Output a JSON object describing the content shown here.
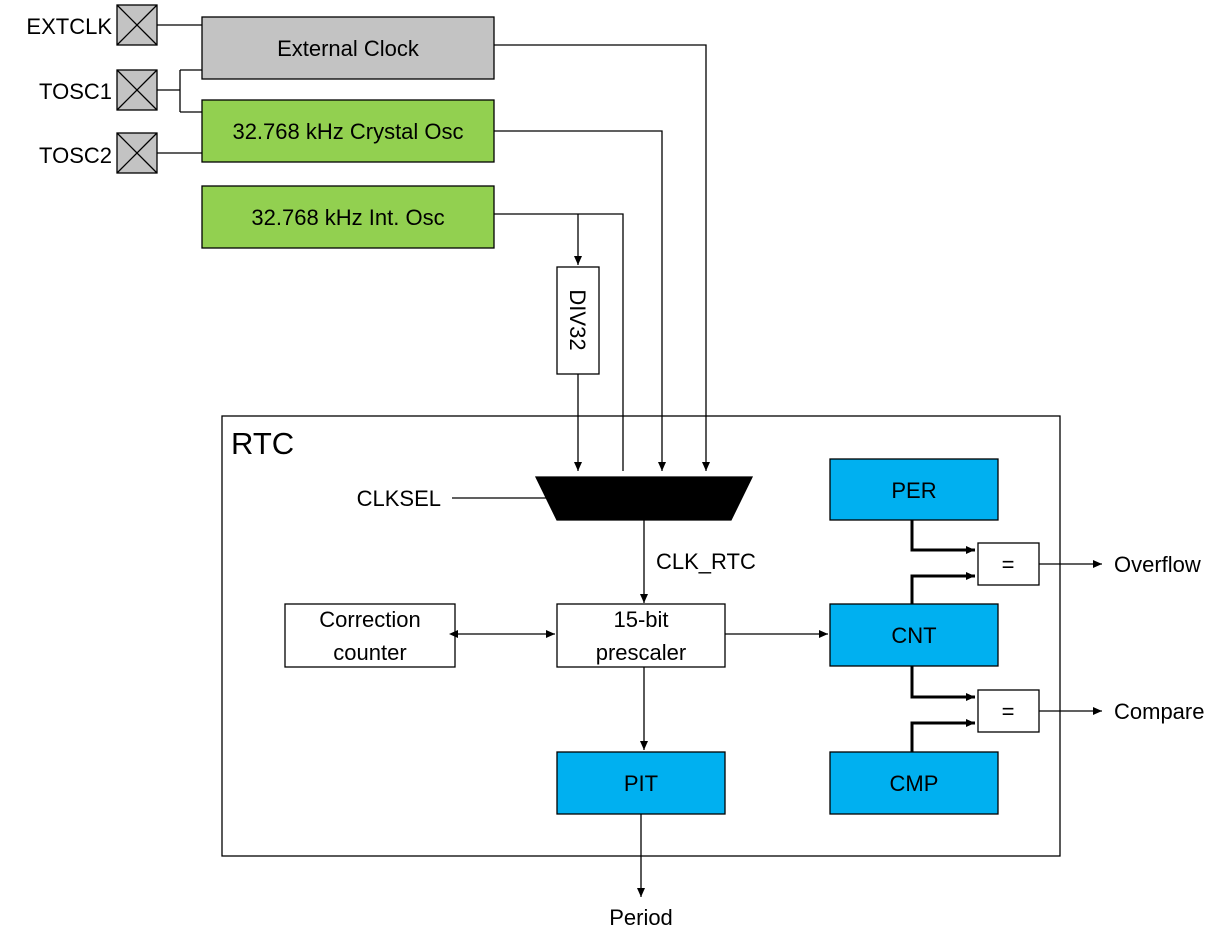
{
  "colors": {
    "external": "#c3c3c3",
    "oscillator": "#92d050",
    "register": "#00b0f0",
    "box": "#ffffff",
    "mux": "#000000",
    "line": "#000000"
  },
  "pins": {
    "extclk": "EXTCLK",
    "tosc1": "TOSC1",
    "tosc2": "TOSC2"
  },
  "sources": {
    "external_clock": "External Clock",
    "crystal_osc": "32.768 kHz Crystal Osc",
    "internal_osc": "32.768 kHz Int. Osc",
    "div32": "DIV32"
  },
  "rtc": {
    "title": "RTC",
    "clksel": "CLKSEL",
    "clk_rtc": "CLK_RTC",
    "correction_counter": [
      "Correction",
      "counter"
    ],
    "prescaler": [
      "15-bit",
      "prescaler"
    ],
    "per": "PER",
    "cnt": "CNT",
    "cmp": "CMP",
    "pit": "PIT",
    "comparator_symbol": "="
  },
  "outputs": {
    "overflow": "Overflow",
    "compare": "Compare",
    "period": "Period"
  }
}
